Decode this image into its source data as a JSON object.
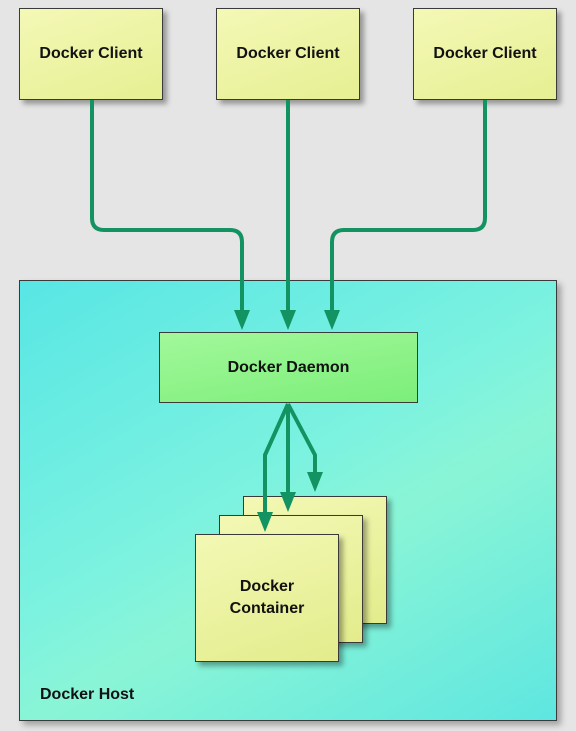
{
  "clients": [
    {
      "label": "Docker Client"
    },
    {
      "label": "Docker Client"
    },
    {
      "label": "Docker Client"
    }
  ],
  "daemon": {
    "label": "Docker Daemon"
  },
  "container": {
    "label_line1": "Docker",
    "label_line2": "Container"
  },
  "host": {
    "label": "Docker Host"
  },
  "colors": {
    "client_fill": "#eef4a8",
    "daemon_fill": "#8cf289",
    "host_fill": "#74f0e0",
    "arrow": "#139262",
    "background": "#e5e5e5"
  }
}
